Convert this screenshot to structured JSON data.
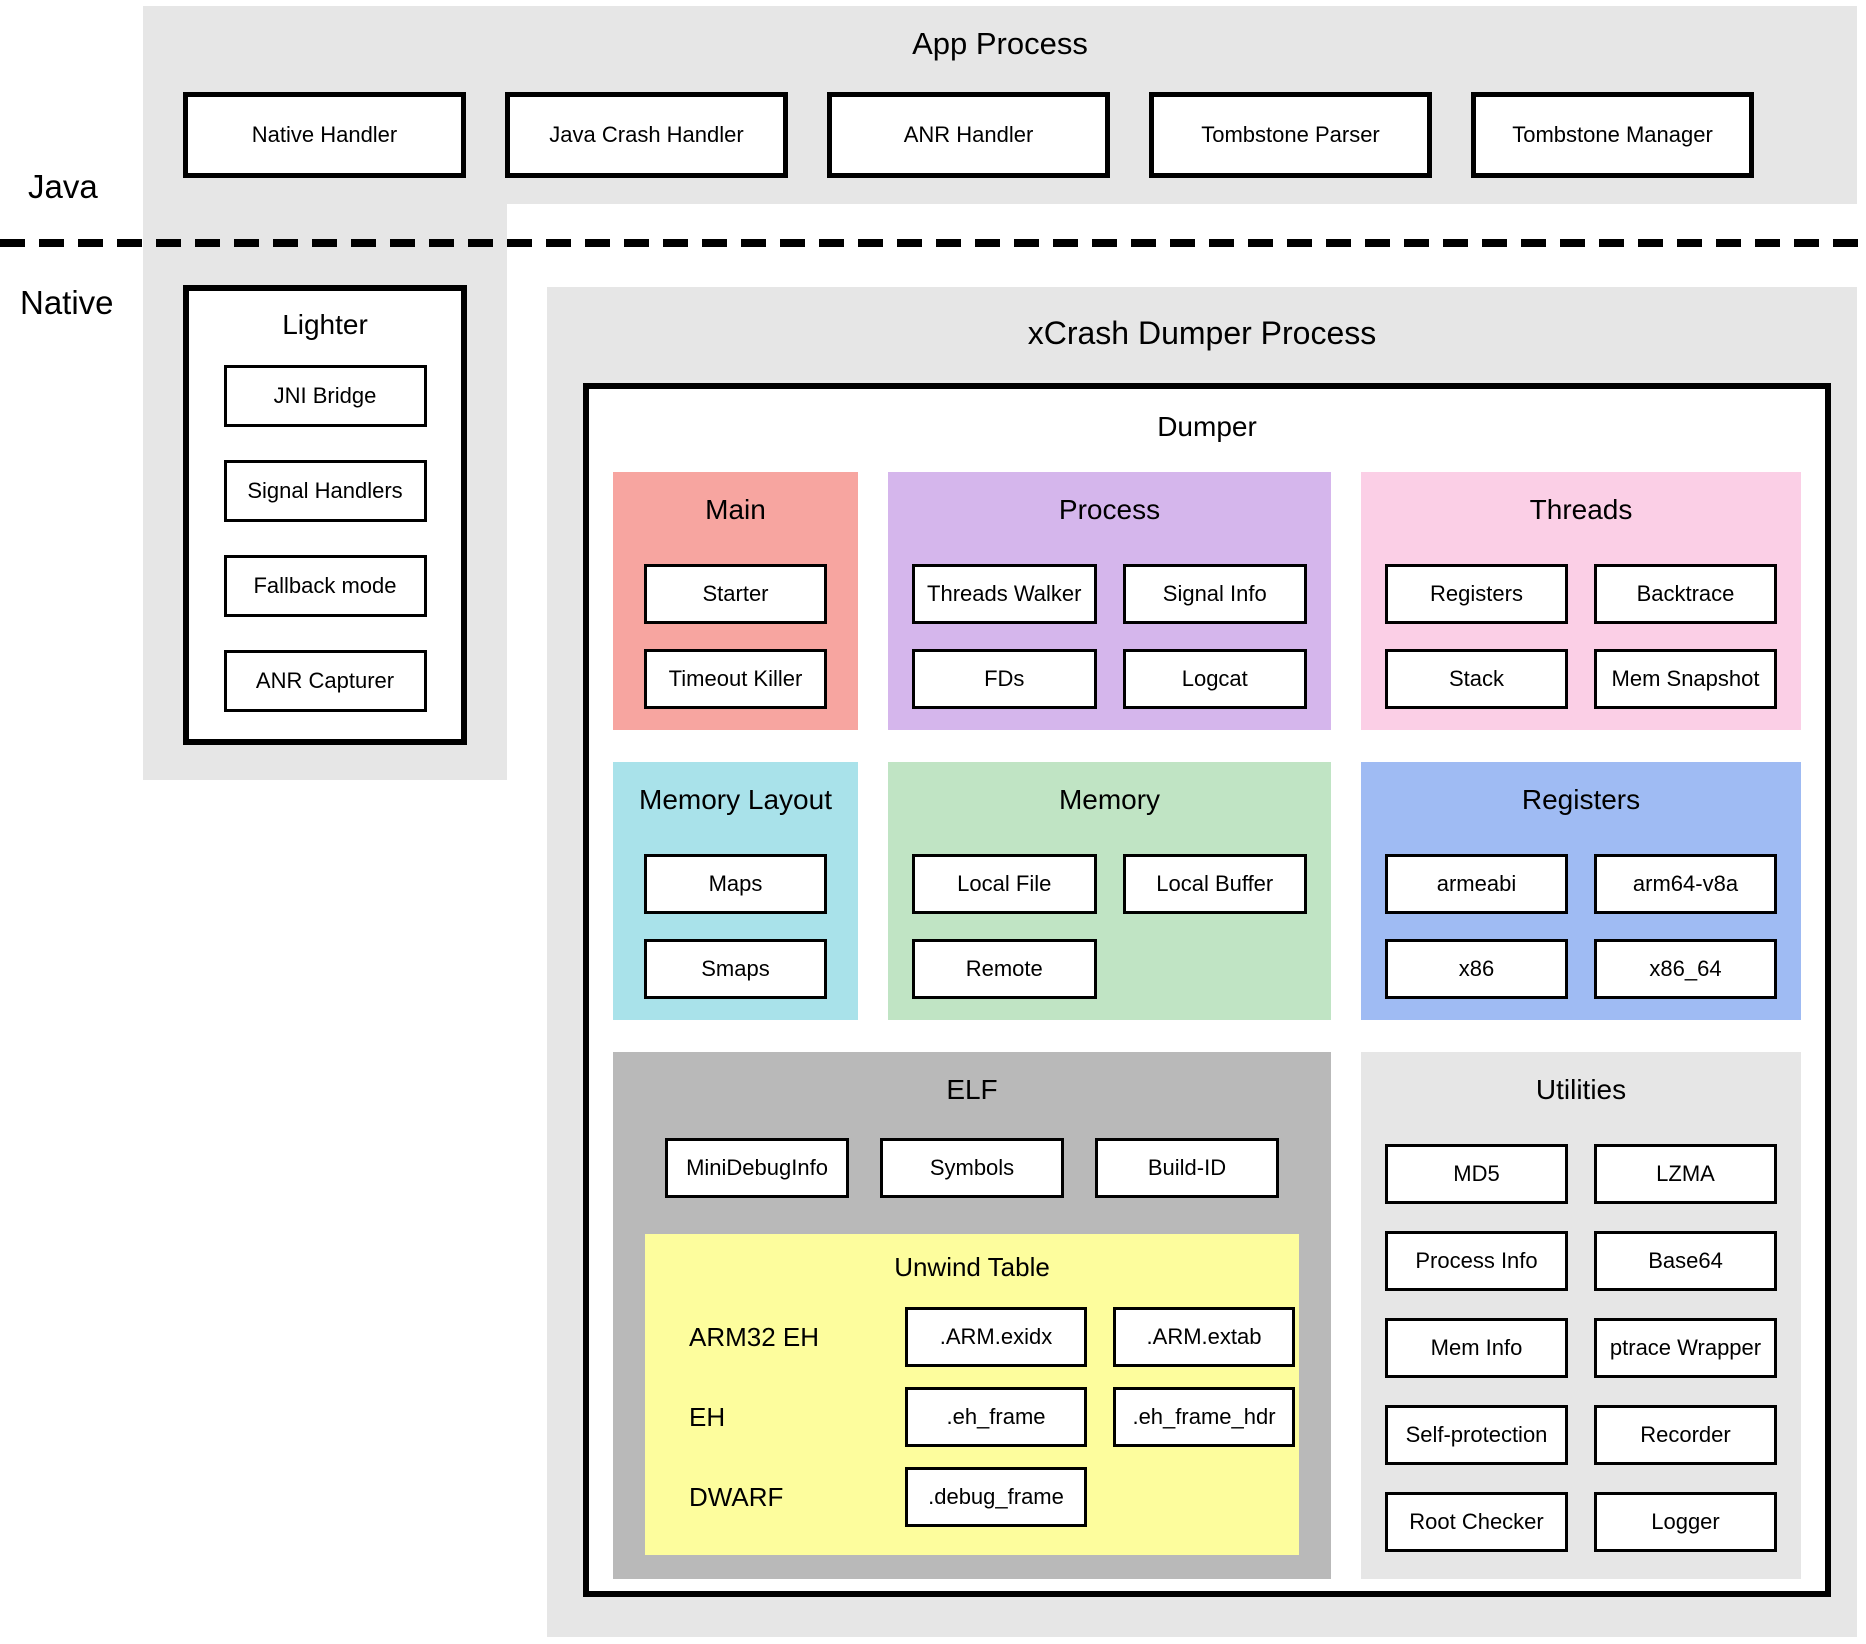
{
  "labels": {
    "java": "Java",
    "native": "Native"
  },
  "app_process": {
    "title": "App Process",
    "handlers": [
      "Native Handler",
      "Java Crash Handler",
      "ANR Handler",
      "Tombstone Parser",
      "Tombstone Manager"
    ]
  },
  "lighter": {
    "title": "Lighter",
    "items": [
      "JNI Bridge",
      "Signal Handlers",
      "Fallback mode",
      "ANR Capturer"
    ]
  },
  "dumper_process": {
    "title": "xCrash Dumper Process",
    "inner_title": "Dumper",
    "panels": [
      {
        "id": "main",
        "title": "Main",
        "color": "#f7a5a0",
        "columns": 1,
        "boxes": [
          "Starter",
          "Timeout Killer"
        ]
      },
      {
        "id": "process",
        "title": "Process",
        "color": "#d5b6ec",
        "columns": 2,
        "boxes": [
          "Threads Walker",
          "Signal Info",
          "FDs",
          "Logcat"
        ]
      },
      {
        "id": "threads",
        "title": "Threads",
        "color": "#fbcfe6",
        "columns": 2,
        "boxes": [
          "Registers",
          "Backtrace",
          "Stack",
          "Mem Snapshot"
        ]
      },
      {
        "id": "memory-layout",
        "title": "Memory Layout",
        "color": "#a9e2ea",
        "columns": 1,
        "boxes": [
          "Maps",
          "Smaps"
        ]
      },
      {
        "id": "memory",
        "title": "Memory",
        "color": "#c0e4c4",
        "columns": 2,
        "boxes": [
          "Local File",
          "Local Buffer",
          "Remote"
        ]
      },
      {
        "id": "registers",
        "title": "Registers",
        "color": "#9fbbf3",
        "columns": 2,
        "boxes": [
          "armeabi",
          "arm64-v8a",
          "x86",
          "x86_64"
        ]
      }
    ],
    "elf": {
      "id": "elf",
      "title": "ELF",
      "color": "#b9b9b9",
      "boxes": [
        "MiniDebugInfo",
        "Symbols",
        "Build-ID"
      ],
      "unwind_table": {
        "title": "Unwind Table",
        "color": "#fdfd9d",
        "rows": [
          {
            "label": "ARM32 EH",
            "boxes": [
              ".ARM.exidx",
              ".ARM.extab"
            ]
          },
          {
            "label": "EH",
            "boxes": [
              ".eh_frame",
              ".eh_frame_hdr"
            ]
          },
          {
            "label": "DWARF",
            "boxes": [
              ".debug_frame"
            ]
          }
        ]
      }
    },
    "utilities": {
      "id": "utilities",
      "title": "Utilities",
      "color": "#e6e6e6",
      "columns": 2,
      "boxes": [
        "MD5",
        "LZMA",
        "Process Info",
        "Base64",
        "Mem Info",
        "ptrace Wrapper",
        "Self-protection",
        "Recorder",
        "Root Checker",
        "Logger"
      ]
    }
  },
  "colors": {
    "region_background": "#e6e6e6",
    "box_border": "#000000",
    "box_background": "#ffffff"
  }
}
